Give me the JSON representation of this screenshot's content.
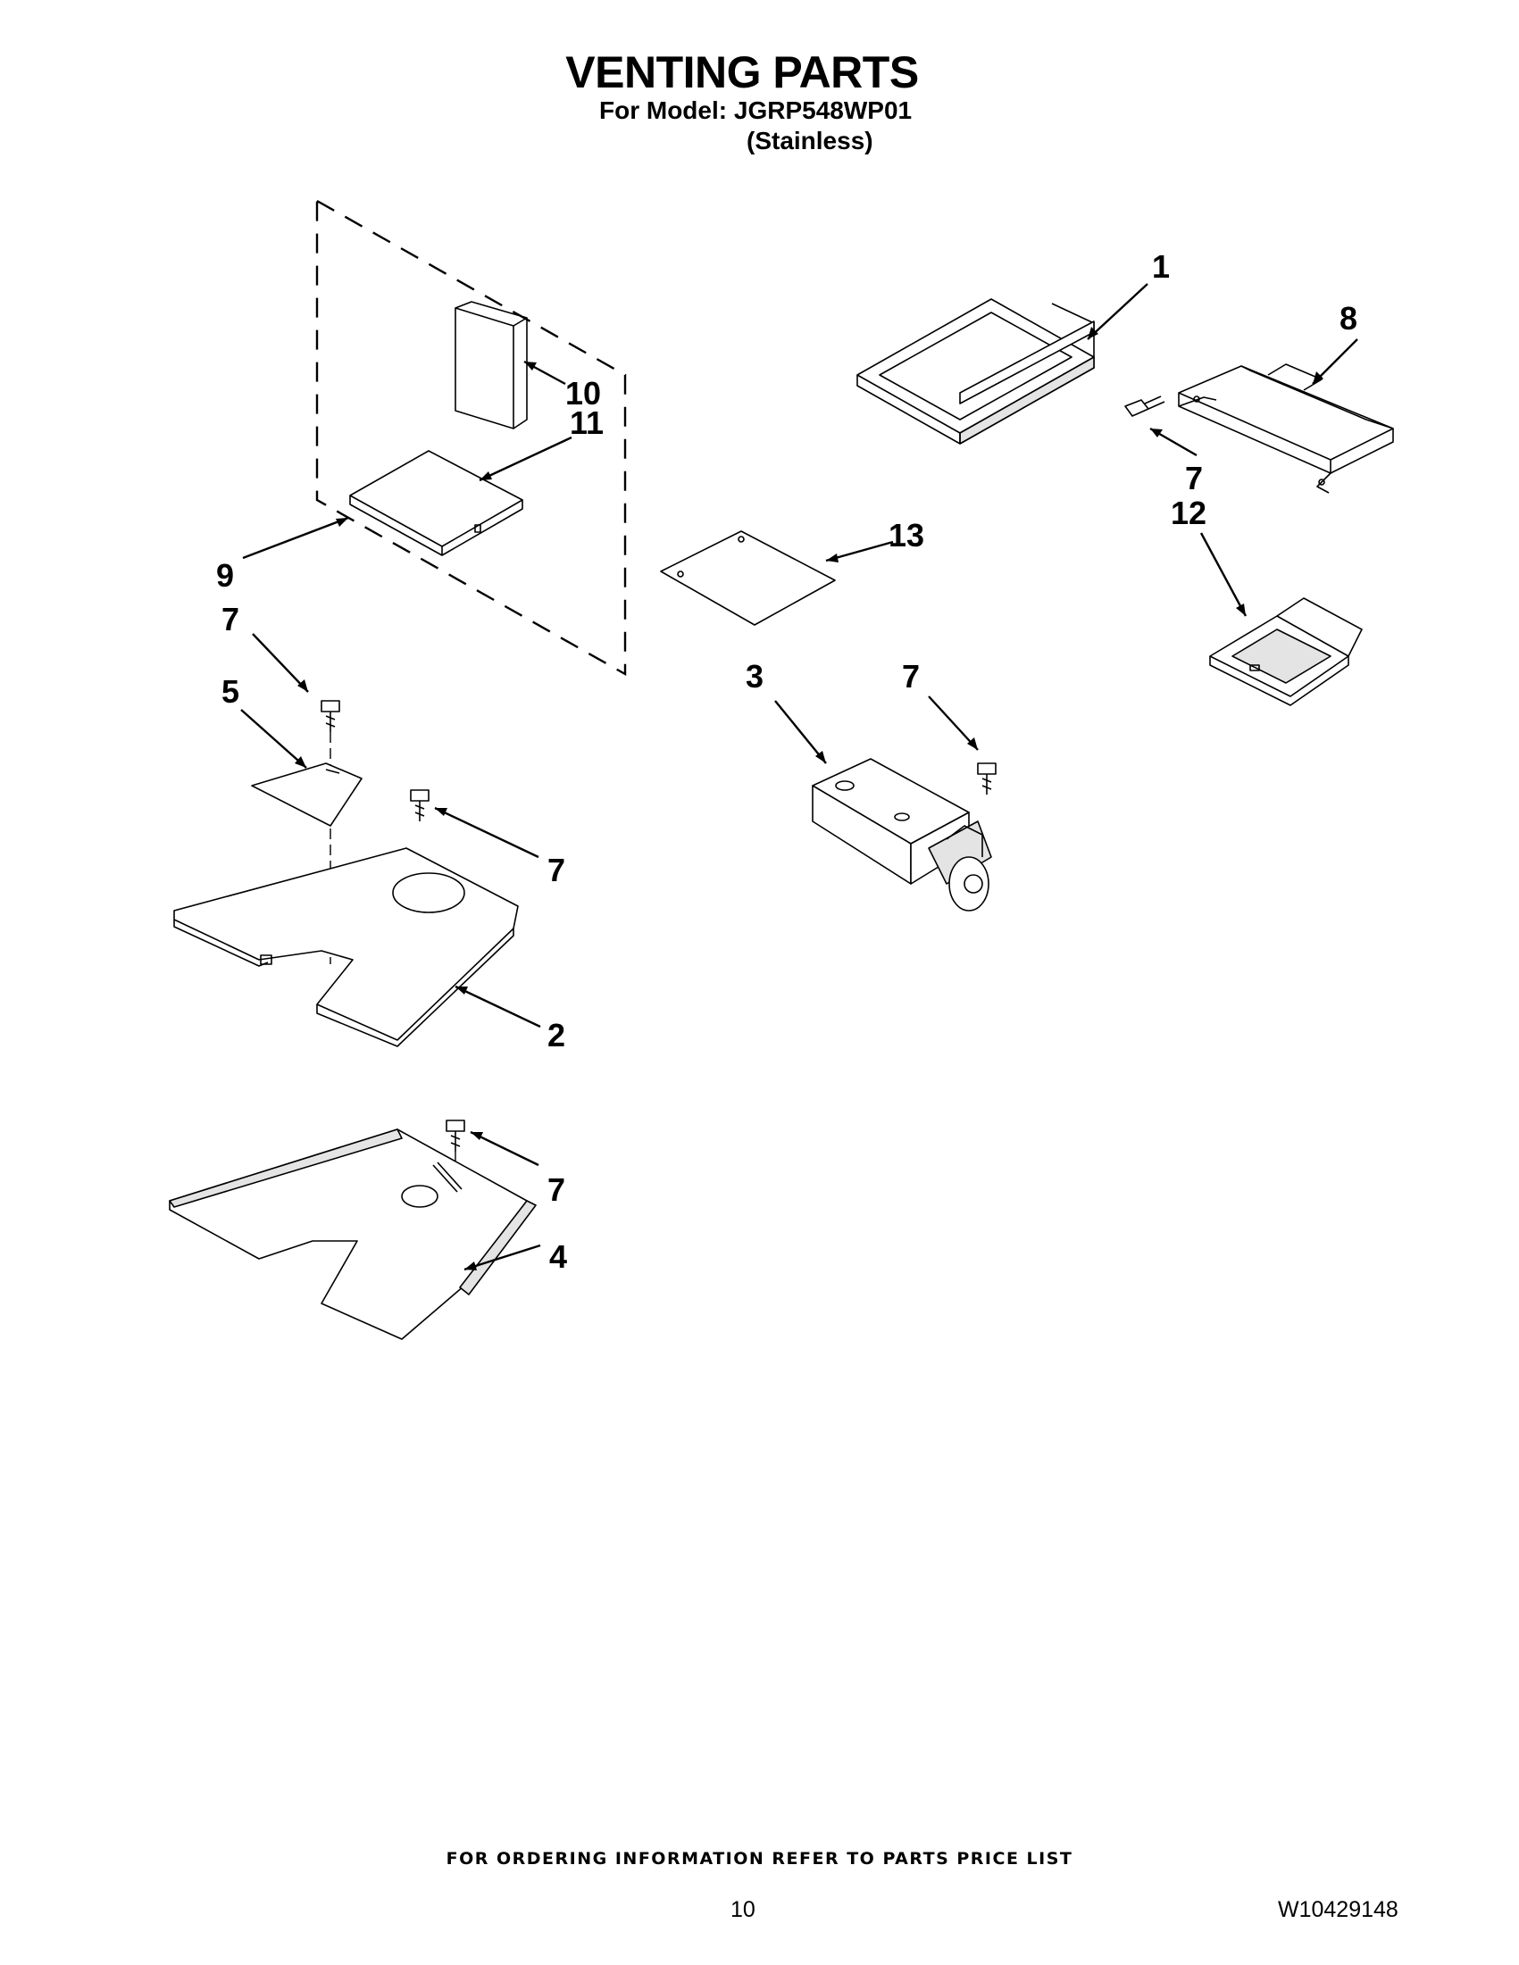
{
  "header": {
    "title": "VENTING PARTS",
    "model_line": "For Model: JGRP548WP01",
    "variant_line": "(Stainless)"
  },
  "callouts": {
    "c1": "1",
    "c2": "2",
    "c3": "3",
    "c4": "4",
    "c5": "5",
    "c7": "7",
    "c8": "8",
    "c9": "9",
    "c10": "10",
    "c11": "11",
    "c12": "12",
    "c13": "13"
  },
  "footer": {
    "ordering_note": "FOR ORDERING INFORMATION REFER TO PARTS PRICE LIST",
    "page_number": "10",
    "document_number": "W10429148"
  }
}
